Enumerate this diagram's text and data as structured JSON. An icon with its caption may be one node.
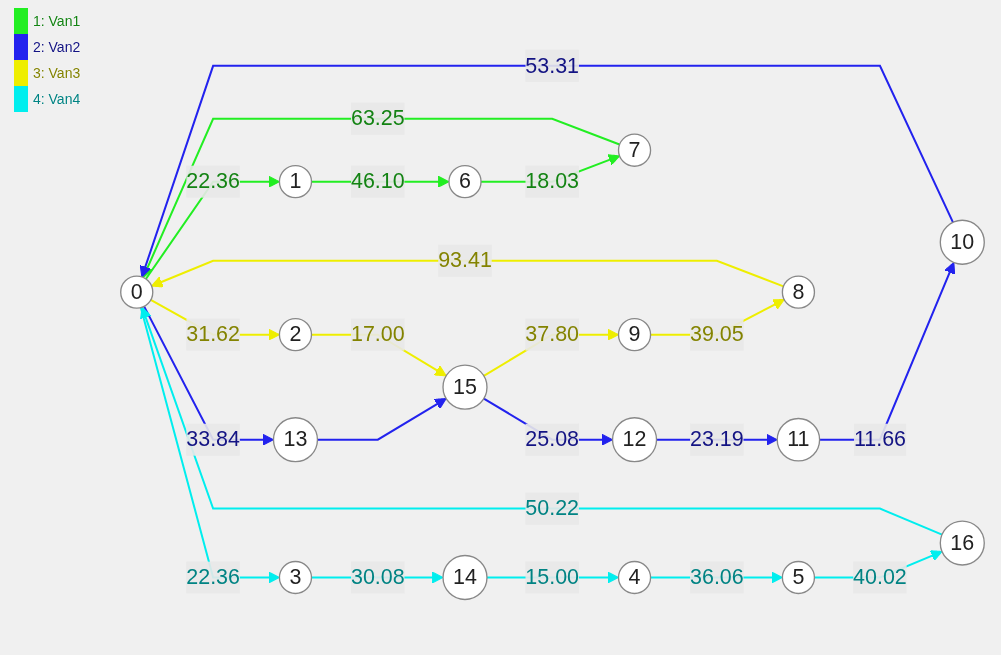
{
  "diagram": {
    "nodes": [
      {
        "text": [
          "0"
        ]
      },
      {
        "text": [
          "1"
        ]
      },
      {
        "text": [
          "2"
        ]
      },
      {
        "text": [
          "3"
        ]
      },
      {
        "text": [
          "4"
        ]
      },
      {
        "text": [
          "5"
        ]
      },
      {
        "text": [
          "6"
        ]
      },
      {
        "text": [
          "7"
        ]
      },
      {
        "text": [
          "8"
        ]
      },
      {
        "text": [
          "9"
        ]
      },
      {
        "text": [
          "10"
        ]
      },
      {
        "text": [
          "11"
        ]
      },
      {
        "text": [
          "12"
        ]
      },
      {
        "text": [
          "13"
        ]
      },
      {
        "text": [
          "14"
        ]
      },
      {
        "text": [
          "15"
        ]
      },
      {
        "text": [
          "16"
        ]
      }
    ],
    "edges": [
      {
        "from": 0,
        "to": 1,
        "arrow": "to",
        "label": "22.36",
        "color": "#22ee22"
      },
      {
        "from": 1,
        "to": 6,
        "arrow": "to",
        "label": "46.10",
        "color": "#22ee22"
      },
      {
        "from": 6,
        "to": 7,
        "arrow": "to",
        "label": "18.03",
        "color": "#22ee22"
      },
      {
        "from": 7,
        "to": 0,
        "arrow": "to",
        "label": "63.25",
        "color": "#22ee22"
      },
      {
        "from": 0,
        "to": 13,
        "arrow": "to",
        "label": "33.84",
        "color": "#2222ee"
      },
      {
        "from": 13,
        "to": 15,
        "arrow": "to",
        "color": "#2222ee"
      },
      {
        "from": 15,
        "to": 12,
        "arrow": "to",
        "label": "25.08",
        "color": "#2222ee"
      },
      {
        "from": 12,
        "to": 11,
        "arrow": "to",
        "label": "23.19",
        "color": "#2222ee"
      },
      {
        "from": 11,
        "to": 10,
        "arrow": "to",
        "label": "11.66",
        "color": "#2222ee"
      },
      {
        "from": 10,
        "to": 0,
        "arrow": "to",
        "label": "53.31",
        "color": "#2222ee"
      },
      {
        "from": 0,
        "to": 2,
        "arrow": "to",
        "label": "31.62",
        "color": "#eeee00"
      },
      {
        "from": 2,
        "to": 15,
        "arrow": "to",
        "label": "17.00",
        "color": "#eeee00"
      },
      {
        "from": 15,
        "to": 9,
        "arrow": "to",
        "label": "37.80",
        "color": "#eeee00"
      },
      {
        "from": 9,
        "to": 8,
        "arrow": "to",
        "label": "39.05",
        "color": "#eeee00"
      },
      {
        "from": 8,
        "to": 0,
        "arrow": "to",
        "label": "93.41",
        "color": "#eeee00"
      },
      {
        "from": 0,
        "to": 3,
        "arrow": "to",
        "label": "22.36",
        "color": "#00eeee"
      },
      {
        "from": 3,
        "to": 14,
        "arrow": "to",
        "label": "30.08",
        "color": "#00eeee"
      },
      {
        "from": 14,
        "to": 4,
        "arrow": "to",
        "label": "15.00",
        "color": "#00eeee"
      },
      {
        "from": 4,
        "to": 5,
        "arrow": "to",
        "label": "36.06",
        "color": "#00eeee"
      },
      {
        "from": 5,
        "to": 16,
        "arrow": "to",
        "label": "40.02",
        "color": "#00eeee"
      },
      {
        "from": 16,
        "to": 0,
        "arrow": "to",
        "label": "50.22",
        "color": "#00eeee"
      }
    ],
    "legend": [
      {
        "text": "1: Van1",
        "color": "#22ee22"
      },
      {
        "text": "2: Van2",
        "color": "#2222ee"
      },
      {
        "text": "3: Van3",
        "color": "#eeee00"
      },
      {
        "text": "4: Van4",
        "color": "#00eeee"
      }
    ]
  }
}
